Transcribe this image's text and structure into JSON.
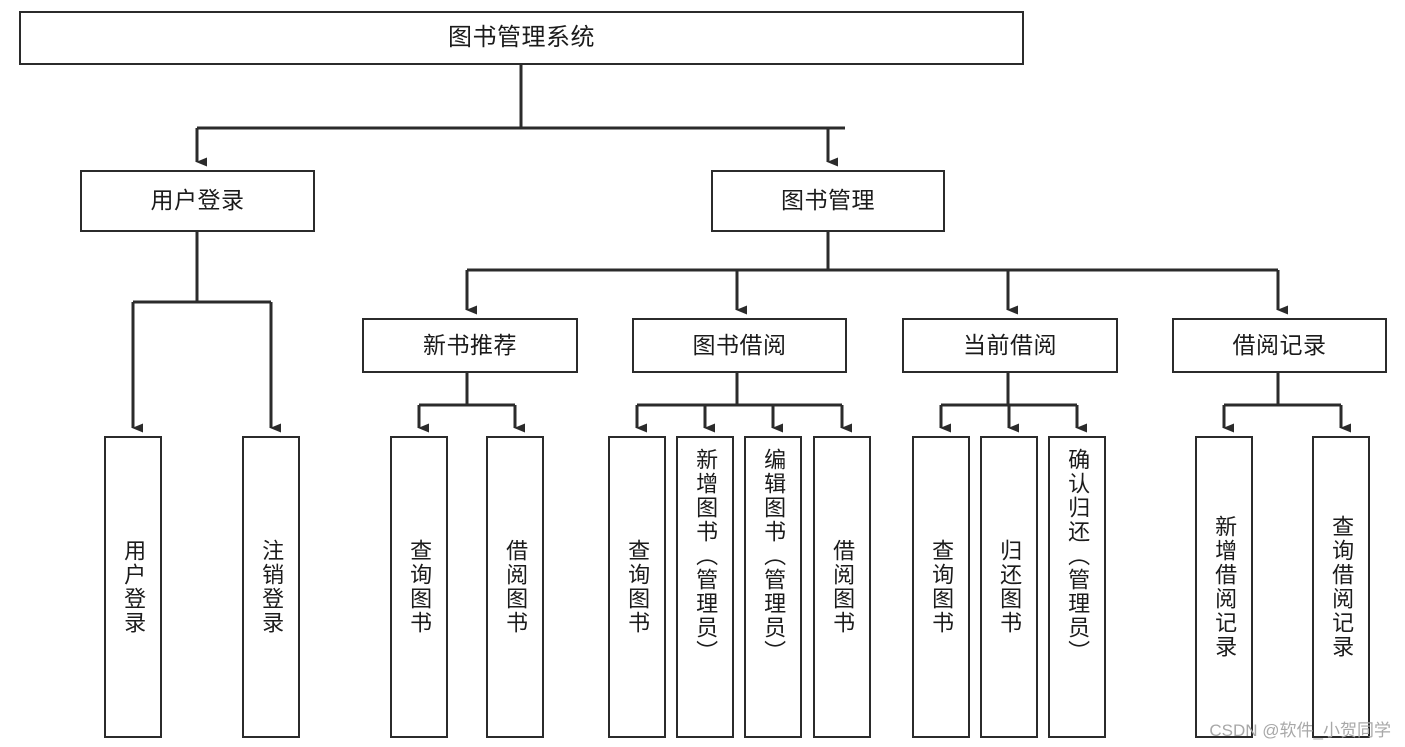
{
  "diagram": {
    "type": "tree",
    "title": "图书管理系统",
    "watermark": "CSDN @软件_小贺同学",
    "colors": {
      "background": "#ffffff",
      "border": "#2b2b2b",
      "text": "#1b1b1b",
      "connector": "#2b2b2b",
      "watermark": "#a8a8a8"
    },
    "levels": {
      "root": {
        "label": "图书管理系统"
      },
      "level2": [
        {
          "id": "user-login",
          "label": "用户登录"
        },
        {
          "id": "book-management",
          "label": "图书管理"
        }
      ],
      "level3": [
        {
          "id": "new-book-recommend",
          "label": "新书推荐"
        },
        {
          "id": "book-borrow",
          "label": "图书借阅"
        },
        {
          "id": "current-borrow",
          "label": "当前借阅"
        },
        {
          "id": "borrow-record",
          "label": "借阅记录"
        }
      ],
      "leaves": {
        "user-login": [
          {
            "id": "leaf-user-login",
            "label": "用户登录"
          },
          {
            "id": "leaf-user-logout",
            "label": "注销登录"
          }
        ],
        "new-book-recommend": [
          {
            "id": "leaf-query-book-1",
            "label": "查询图书"
          },
          {
            "id": "leaf-borrow-book-1",
            "label": "借阅图书"
          }
        ],
        "book-borrow": [
          {
            "id": "leaf-query-book-2",
            "label": "查询图书"
          },
          {
            "id": "leaf-add-book",
            "label": "新增图书（管理员）"
          },
          {
            "id": "leaf-edit-book",
            "label": "编辑图书（管理员）"
          },
          {
            "id": "leaf-borrow-book-2",
            "label": "借阅图书"
          }
        ],
        "current-borrow": [
          {
            "id": "leaf-query-book-3",
            "label": "查询图书"
          },
          {
            "id": "leaf-return-book",
            "label": "归还图书"
          },
          {
            "id": "leaf-confirm-return",
            "label": "确认归还（管理员）"
          }
        ],
        "borrow-record": [
          {
            "id": "leaf-add-record",
            "label": "新增借阅记录"
          },
          {
            "id": "leaf-query-record",
            "label": "查询借阅记录"
          }
        ]
      }
    }
  }
}
